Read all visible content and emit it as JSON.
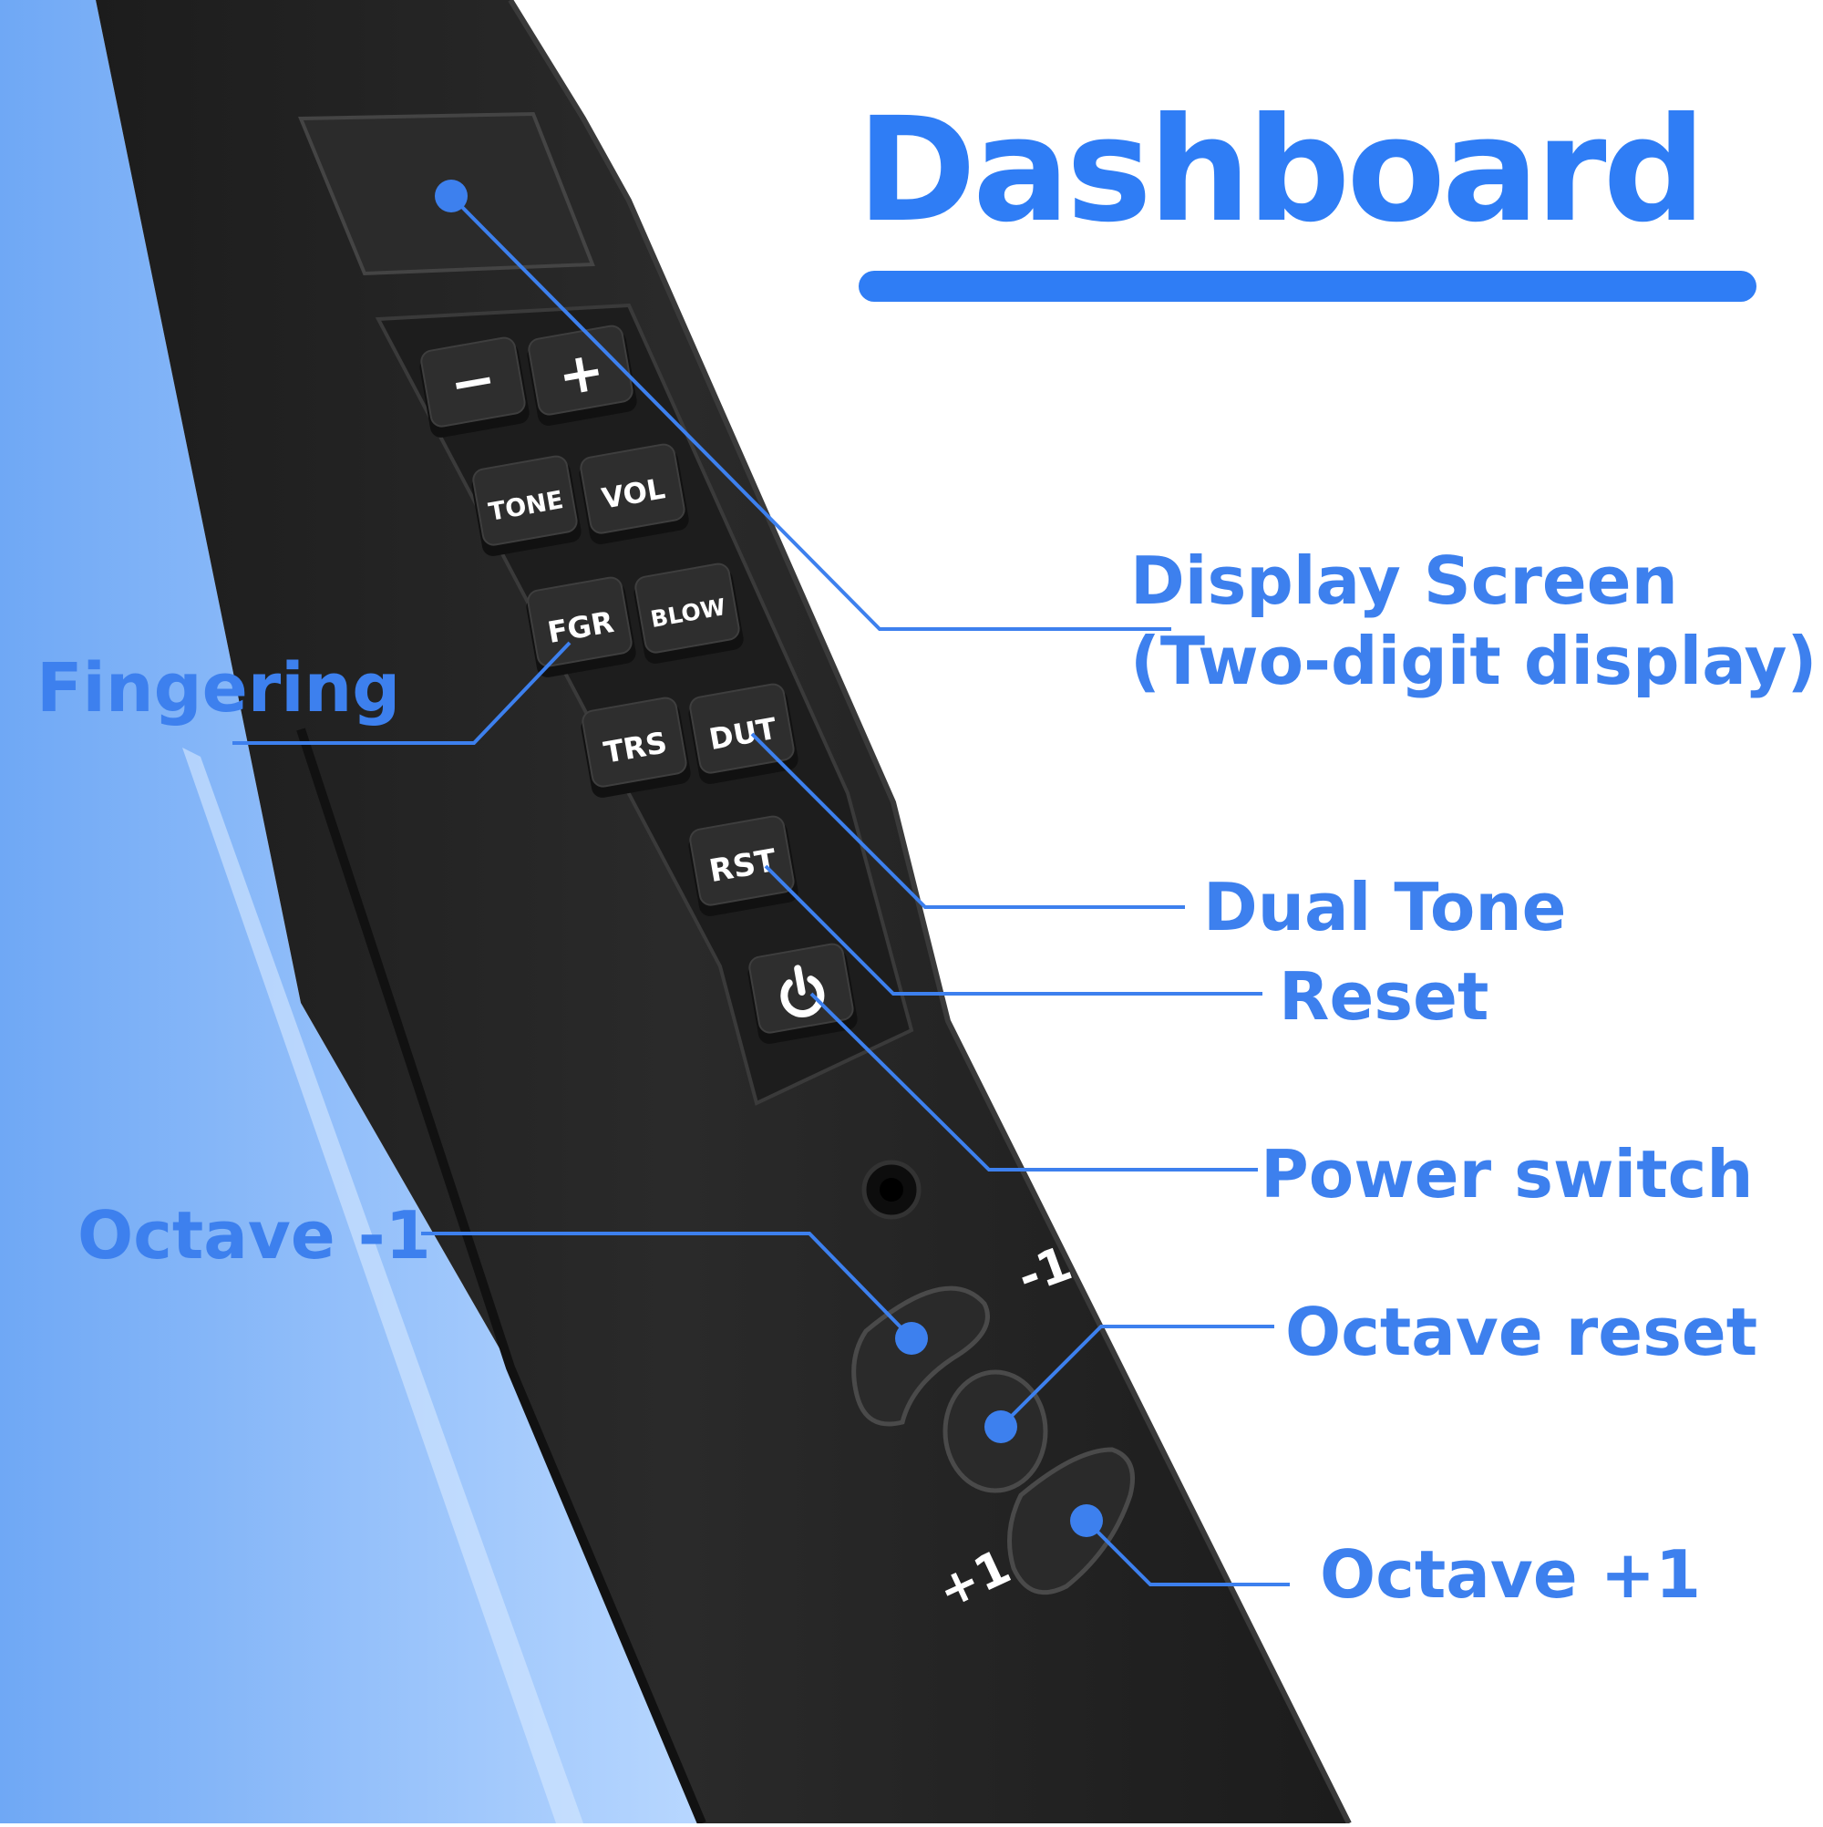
{
  "title": "Dashboard",
  "colors": {
    "accent": "#2f7df5",
    "label": "#3d80ee",
    "body": "#222222",
    "key": "#2a2a2a",
    "side": "#9ec6ff"
  },
  "keys": {
    "minus": "−",
    "plus": "+",
    "tone": "TONE",
    "vol": "VOL",
    "fgr": "FGR",
    "blow": "BLOW",
    "trs": "TRS",
    "dut": "DUT",
    "rst": "RST",
    "power_icon": "power-icon"
  },
  "octave_marks": {
    "minus_one": "-1",
    "plus_one": "+1"
  },
  "labels": {
    "display_screen_line1": "Display Screen",
    "display_screen_line2": "(Two-digit display)",
    "fingering": "Fingering",
    "dual_tone": "Dual Tone",
    "reset": "Reset",
    "power_switch": "Power switch",
    "octave_minus": "Octave -1",
    "octave_reset": "Octave reset",
    "octave_plus": "Octave +1"
  }
}
